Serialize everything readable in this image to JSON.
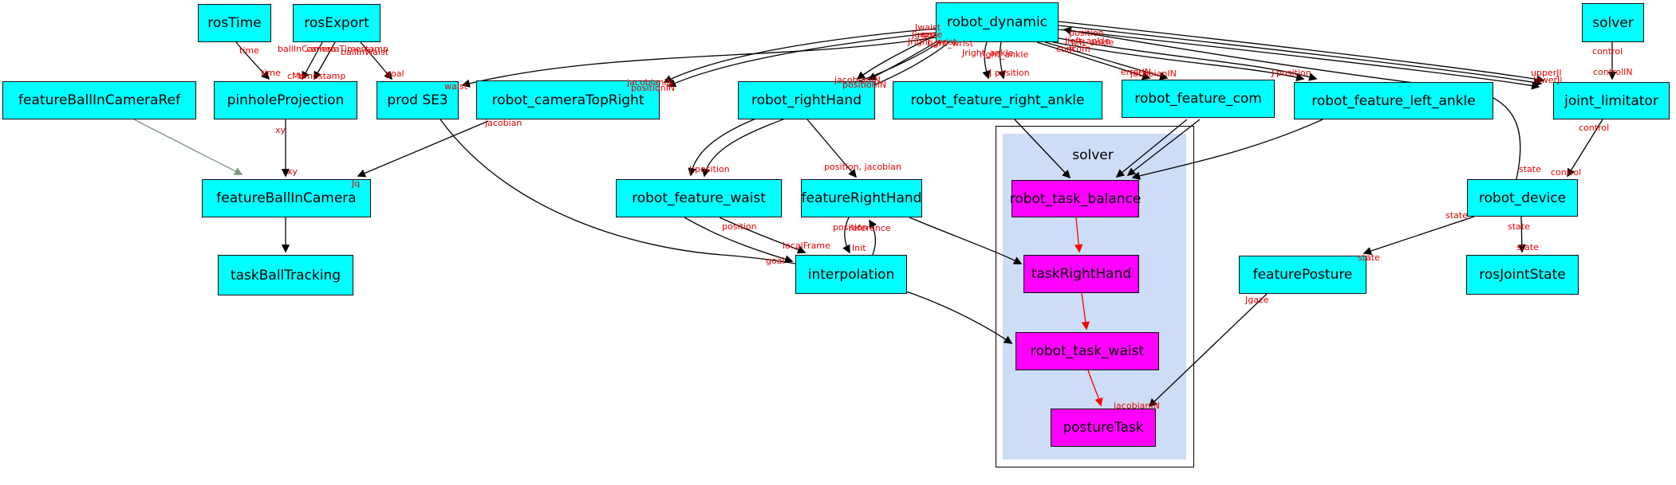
{
  "diagram": {
    "cluster": {
      "label": "solver"
    },
    "colors": {
      "node_fill": "#00ffff",
      "task_node_fill": "#ff00ff",
      "cluster_fill": "#ccddf5",
      "edge": "#000000",
      "task_edge": "#ff0000",
      "reference_edge": "#7a997a",
      "edge_label": "#e60000"
    },
    "nodes": {
      "rosTime": "rosTime",
      "rosExport": "rosExport",
      "robot_dynamic": "robot_dynamic",
      "solver_node": "solver",
      "featureBallInCameraRef": "featureBallInCameraRef",
      "pinholeProjection": "pinholeProjection",
      "prodSE3": "prod SE3",
      "robot_cameraTopRight": "robot_cameraTopRight",
      "robot_rightHand": "robot_rightHand",
      "robot_feature_right_ankle": "robot_feature_right_ankle",
      "robot_feature_com": "robot_feature_com",
      "robot_feature_left_ankle": "robot_feature_left_ankle",
      "joint_limitator": "joint_limitator",
      "featureBallInCamera": "featureBallInCamera",
      "robot_feature_waist": "robot_feature_waist",
      "featureRightHand": "featureRightHand",
      "robot_device": "robot_device",
      "taskBallTracking": "taskBallTracking",
      "interpolation": "interpolation",
      "featurePosture": "featurePosture",
      "rosJointState": "rosJointState",
      "robot_task_balance": "robot_task_balance",
      "taskRightHand": "taskRightHand",
      "robot_task_waist": "robot_task_waist",
      "postureTask": "postureTask"
    },
    "edge_labels": {
      "time_tail": "time",
      "time_head": "time",
      "ballInCamera_tail": "ballInCamera",
      "cameraTimestamp_tail": "cameraTimestamp",
      "cMo_head": "cMo",
      "timestamp_head": "timestamp",
      "ballInWaist_tail": "ballInWaist",
      "goal_head_prod": "goal",
      "waist_head_prod": "waist",
      "xy_tail": "xy",
      "xy_head": "xy",
      "jacobian_tail": "jacobian",
      "Jq_head": "Jq",
      "jacobianIN_head_cam": "jacobianIN",
      "positionIN_head_cam": "positionIN",
      "jacobianIN_head_hand": "jacobianIN",
      "positionIN_head_hand": "positionIN",
      "Jwaist_tail": "Jwaist",
      "gaze_tail": "gaze",
      "Jgaze_tail": "Jgaze",
      "Jright_wrist_tail": "Jright_wrist",
      "right_wrist_tail": "right_wrist",
      "Jright_ankle_tail": "Jright_ankle",
      "right_ankle_tail": "right_ankle",
      "J_head_rankle": "J",
      "position_head_rankle": "position",
      "position_tail_dyn": "position",
      "Jleft_ankle_tail": "Jleft_ankle",
      "left_ankle_tail": "left_ankle",
      "com_tail": "com",
      "Jcom_tail": "Jcom",
      "errorIN_head": "errorIN",
      "jacobianIN_head_com": "jacobianIN",
      "J_head_lankle": "J",
      "position_head_lankle": "position",
      "upperJl_head": "upperJl",
      "lowerJl_head": "lowerJl",
      "state_tail_dyn": "state",
      "control_tail_solver": "control",
      "controlIN_head": "controlIN",
      "control_tail_jl": "control",
      "control_head_device": "control",
      "state_tail_js": "state",
      "state_head_js": "state",
      "state_tail_fp": "state",
      "state_head_fp": "state",
      "J_head_waist": "J",
      "position_head_waist": "position",
      "position_tail_waist": "position",
      "localFrame_head": "localFrame",
      "goal_head_interp": "goal",
      "Init_head": "Init",
      "position_tail_frh": "position",
      "reference_head": "reference",
      "position_jacobian_head": "position, jacobian",
      "Jgaze_tail_fp": "Jgaze",
      "jacobianIN_head_pt": "jacobianIN"
    }
  }
}
